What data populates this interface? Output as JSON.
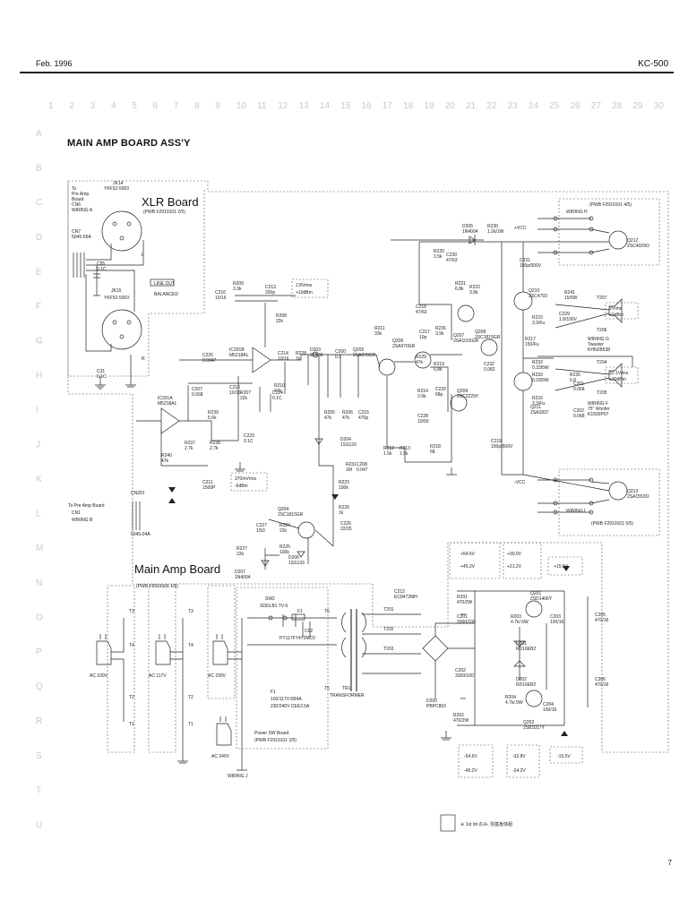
{
  "header": {
    "left": "Feb. 1996",
    "right": "KC-500"
  },
  "title": "MAIN AMP BOARD ASS'Y",
  "page_number": "7",
  "grid": {
    "columns": [
      "1",
      "2",
      "3",
      "4",
      "5",
      "6",
      "7",
      "8",
      "9",
      "10",
      "11",
      "12",
      "13",
      "14",
      "15",
      "16",
      "17",
      "18",
      "19",
      "20",
      "21",
      "22",
      "23",
      "24",
      "25",
      "26",
      "27",
      "28",
      "29",
      "30"
    ],
    "rows": [
      "A",
      "B",
      "C",
      "D",
      "E",
      "F",
      "G",
      "H",
      "I",
      "J",
      "K",
      "L",
      "M",
      "N",
      "O",
      "P",
      "Q",
      "R",
      "S",
      "T",
      "U"
    ]
  },
  "boards": {
    "xlr": {
      "name": "XLR Board",
      "pwb": "(PWB F2919101 2/5)"
    },
    "main": {
      "name": "Main Amp Board",
      "pwb": "(PWB F2919101 1/5)"
    },
    "power_sw": {
      "name": "Power SW Board",
      "pwb": "(PWB F2919101 2/5)"
    },
    "pwb_top": "(PWB F2919101 4/5)",
    "pwb_bottom": "(PWB F2919101 5/5)"
  },
  "xlr_section": {
    "to_pre_amp": [
      "To",
      "Pre Amp",
      "Board",
      "CN6",
      "WIRING A"
    ],
    "jk14": [
      "JK14",
      "YKF52-5003"
    ],
    "cn7": [
      "CN7",
      "5045-05A"
    ],
    "c55": [
      "C55",
      "0.1C"
    ],
    "line_out": "LINE OUT",
    "balanced": "BALANCED",
    "jk15": [
      "JK15",
      "YKF52-5003"
    ],
    "c31": [
      "C31",
      "0.1C"
    ],
    "pin_l": "L",
    "pin_r": "R"
  },
  "left_bottom_block": {
    "to_pre_amp": [
      "To Pre Amp Board",
      "CN1",
      "WIRING B"
    ],
    "cn201": "CN201",
    "cn201_part": "5045-04A"
  },
  "components": [
    {
      "ref": "R209",
      "val": "3.3k"
    },
    {
      "ref": "C216",
      "val": "10/16"
    },
    {
      "ref": "C213",
      "val": "330p"
    },
    {
      "ref": "R208",
      "val": "22k"
    },
    {
      "ref": "C225",
      "val": "0.0047"
    },
    {
      "ref": "C207",
      "val": "0.068"
    },
    {
      "ref": "C210",
      "val": "10/16"
    },
    {
      "ref": "IC201B",
      "val": "M5218AL"
    },
    {
      "ref": "IC201A",
      "val": "M5218AL"
    },
    {
      "ref": "R239",
      "val": "5.6k"
    },
    {
      "ref": "R237",
      "val": "2.7k"
    },
    {
      "ref": "R238",
      "val": "2.7k"
    },
    {
      "ref": "R240",
      "val": "47k"
    },
    {
      "ref": "C211",
      "val": "1500P"
    },
    {
      "ref": "R207",
      "val": "22k"
    },
    {
      "ref": "C223",
      "val": "0.1C"
    },
    {
      "ref": "C224",
      "val": "0.1C"
    },
    {
      "ref": "R210",
      "val": "47k"
    },
    {
      "ref": "C214",
      "val": "10/16"
    },
    {
      "ref": "R228",
      "val": "1k"
    },
    {
      "ref": "D203",
      "val": "25K30"
    },
    {
      "ref": "C200",
      "val": "0.1"
    },
    {
      "ref": "Q205",
      "val": "2SA970GR"
    },
    {
      "ref": "R205",
      "val": "47k"
    },
    {
      "ref": "R206",
      "val": "47k"
    },
    {
      "ref": "C215",
      "val": "470p"
    },
    {
      "ref": "R211",
      "val": "33k"
    },
    {
      "ref": "Q206",
      "val": "2SA970GR"
    },
    {
      "ref": "C217",
      "val": "10p"
    },
    {
      "ref": "R229",
      "val": "47k"
    },
    {
      "ref": "R214",
      "val": "3.9k"
    },
    {
      "ref": "C220",
      "val": "68p"
    },
    {
      "ref": "R219",
      "val": "6.8k"
    },
    {
      "ref": "C228",
      "val": "10/50"
    },
    {
      "ref": "Q209",
      "val": "2SC2229Y"
    },
    {
      "ref": "R212",
      "val": "1.5k"
    },
    {
      "ref": "R213",
      "val": "1.5k"
    },
    {
      "ref": "R218",
      "val": "68"
    },
    {
      "ref": "D204",
      "val": "1SS133"
    },
    {
      "ref": "R231",
      "val": "1M"
    },
    {
      "ref": "C208",
      "val": "0.047"
    },
    {
      "ref": "R223",
      "val": "100k"
    },
    {
      "ref": "Q204",
      "val": "2SC1815GR"
    },
    {
      "ref": "R226",
      "val": "1k"
    },
    {
      "ref": "C227",
      "val": "1/50"
    },
    {
      "ref": "R224",
      "val": "22k"
    },
    {
      "ref": "C226",
      "val": "22/25"
    },
    {
      "ref": "R227",
      "val": "22k"
    },
    {
      "ref": "R225",
      "val": "100k"
    },
    {
      "ref": "D206",
      "val": "1SS133"
    },
    {
      "ref": "D207",
      "val": "1N4004"
    },
    {
      "ref": "D205",
      "val": "1N4004"
    },
    {
      "ref": "R230",
      "val": "1.2k/1W"
    },
    {
      "ref": "R220",
      "val": "1.5k"
    },
    {
      "ref": "C230",
      "val": "47/63"
    },
    {
      "ref": "C231",
      "val": "150p/500V"
    },
    {
      "ref": "R221",
      "val": "6.8k"
    },
    {
      "ref": "R222",
      "val": "3.9k"
    },
    {
      "ref": "C218",
      "val": "47/63"
    },
    {
      "ref": "Q207",
      "val": "2SA1015GR"
    },
    {
      "ref": "R236",
      "val": "3.9k"
    },
    {
      "ref": "Q208",
      "val": "2SC1815GR"
    },
    {
      "ref": "Q210",
      "val": "2SC4793"
    },
    {
      "ref": "R215",
      "val": "3.3/Fu"
    },
    {
      "ref": "R217",
      "val": "150/Fu"
    },
    {
      "ref": "R232",
      "val": "0.33/5W"
    },
    {
      "ref": "R233",
      "val": "0.33/5W"
    },
    {
      "ref": "C232",
      "val": "0.082"
    },
    {
      "ref": "R216",
      "val": "3.3/Fu"
    },
    {
      "ref": "Q211",
      "val": "2SA1837"
    },
    {
      "ref": "C219",
      "val": "150p/500V"
    },
    {
      "ref": "R235",
      "val": "6.8"
    },
    {
      "ref": "C201",
      "val": "0.068"
    },
    {
      "ref": "C202",
      "val": "0.068"
    },
    {
      "ref": "R241",
      "val": "15/5W"
    },
    {
      "ref": "C229",
      "val": "1.8/100V"
    },
    {
      "ref": "Q212",
      "val": "2SC4029O"
    },
    {
      "ref": "Q213",
      "val": "2SA1553O"
    },
    {
      "ref": "C212",
      "val": "EC8472MH"
    },
    {
      "ref": "C201",
      "val": "3300/100"
    },
    {
      "ref": "C202",
      "val": "3300/100"
    },
    {
      "ref": "D200",
      "val": "PBPC803"
    },
    {
      "ref": "R201",
      "val": "470/2W"
    },
    {
      "ref": "R202",
      "val": "470/2W"
    },
    {
      "ref": "Q201",
      "val": "2SD1406Y"
    },
    {
      "ref": "R203",
      "val": "4.7k/.5W"
    },
    {
      "ref": "R204",
      "val": "4.7k/.5W"
    },
    {
      "ref": "D201",
      "val": "RD16EB2"
    },
    {
      "ref": "D202",
      "val": "RD16EB2"
    },
    {
      "ref": "C203",
      "val": "100/16"
    },
    {
      "ref": "C204",
      "val": "100/16"
    },
    {
      "ref": "C205",
      "val": "470/16"
    },
    {
      "ref": "C206",
      "val": "470/16"
    },
    {
      "ref": "Q202",
      "val": "2SB1017Y"
    }
  ],
  "annotations": {
    "level_24v": [
      "2.8Vrms",
      "+10dBm"
    ],
    "level_370mv": [
      "370mVrms",
      "-6dBm"
    ],
    "tweeter_level": [
      "2Vrms",
      "+2dBm"
    ],
    "woofer_level": [
      "32.1Vrms",
      "+30dBm"
    ],
    "wiring_h": "WIRING\nH",
    "wiring_i": "WIRING\nI",
    "wiring_g": [
      "WIRING G",
      "Tweeter",
      "KHN2B538"
    ],
    "wiring_f": [
      "WIRING F",
      "75\" Woofer",
      "K1500P07"
    ],
    "t207": "T207",
    "t206": "T206",
    "t204": "T204",
    "t205": "T205",
    "vcc_plus": "+VCC",
    "vcc_minus": "-VCC"
  },
  "power_section": {
    "terminals": [
      "T3",
      "T4",
      "T2",
      "T1"
    ],
    "ac_inputs": [
      "AC 100V",
      "AC 117V",
      "AC 230V",
      "AC 240V"
    ],
    "sw2": [
      "SW2",
      "SDDLB1 TV-5"
    ],
    "f1": "F1",
    "t6": "T6",
    "t5": "T5",
    "c62": "C62",
    "c62_part": "PY117FY472MC0",
    "fuse_note": [
      "F1",
      "100/117V-5B4A",
      "230/240V CEE2.5A"
    ],
    "tr1": [
      "TR1",
      "TRANSFORMER"
    ],
    "t201": "T201",
    "t202": "T202",
    "t203": "T203",
    "wiring_j": "WIRING J"
  },
  "voltages": {
    "pos": [
      "+54.6V",
      "+45.2V"
    ],
    "pos30": [
      "+30.0V",
      "+21.2V"
    ],
    "pos155": "+15.5V",
    "neg": [
      "-54.6V",
      "-45.2V"
    ],
    "neg30": [
      "-32.8V",
      "-24.2V"
    ],
    "neg155": "-15.5V"
  },
  "legend": {
    "note": "※ 1st lot のみ, 別基板体組"
  }
}
